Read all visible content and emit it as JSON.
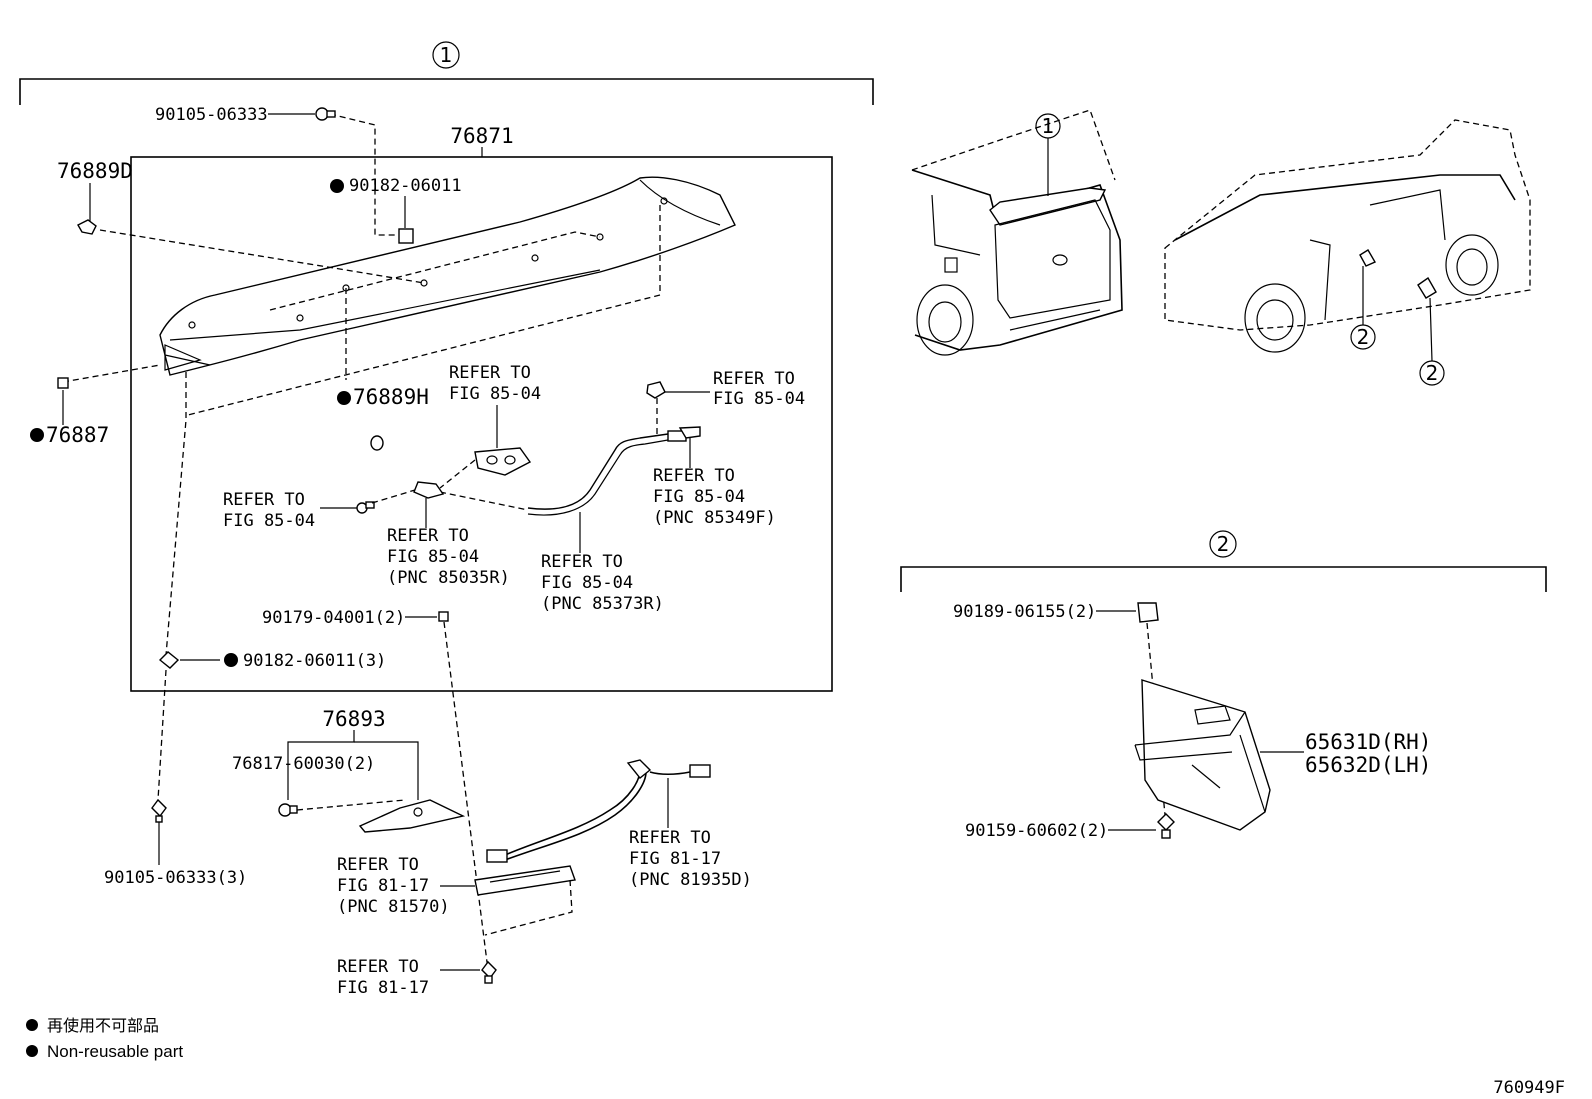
{
  "callouts": {
    "c1_top": "1",
    "c2_top": "2",
    "c1_car": "1",
    "c2_car_a": "2",
    "c2_car_b": "2"
  },
  "section1": {
    "assembly": "76871",
    "parts": {
      "p90105_06333": "90105-06333",
      "p76889D": "76889D",
      "p90182_06011": "90182-06011",
      "p76887": "76887",
      "p76889H": "76889H",
      "p90179_04001": "90179-04001(2)",
      "p90182_06011_3": "90182-06011(3)",
      "p76893": "76893",
      "p76817_60030": "76817-60030(2)",
      "p90105_06333_3": "90105-06333(3)"
    },
    "refs": {
      "r1": [
        "REFER TO",
        "FIG 85-04"
      ],
      "r2": [
        "REFER TO",
        "FIG 85-04"
      ],
      "r3": [
        "REFER TO",
        "FIG 85-04",
        "(PNC 85349F)"
      ],
      "r4": [
        "REFER TO",
        "FIG 85-04"
      ],
      "r5": [
        "REFER TO",
        "FIG 85-04",
        "(PNC 85035R)"
      ],
      "r6": [
        "REFER TO",
        "FIG 85-04",
        "(PNC 85373R)"
      ],
      "r7": [
        "REFER TO",
        "FIG 81-17",
        "(PNC 81935D)"
      ],
      "r8": [
        "REFER TO",
        "FIG 81-17",
        "(PNC 81570)"
      ],
      "r9": [
        "REFER TO",
        "FIG 81-17"
      ]
    }
  },
  "section2": {
    "parts": {
      "p90189_06155": "90189-06155(2)",
      "p65631D": "65631D(RH)",
      "p65632D": "65632D(LH)",
      "p90159_60602": "90159-60602(2)"
    }
  },
  "legend": {
    "jp": "再使用不可部品",
    "en": "Non-reusable part"
  },
  "figure_id": "760949F",
  "colors": {
    "line": "#000000",
    "background": "#ffffff"
  }
}
